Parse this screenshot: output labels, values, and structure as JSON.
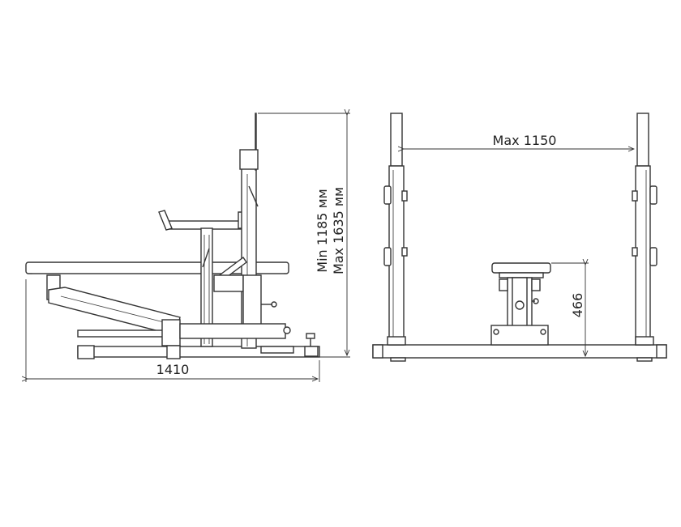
{
  "diagram": {
    "dimensions": {
      "side_length": "1410",
      "side_height_min": "Min 1185 мм",
      "side_height_max": "Max 1635 мм",
      "front_width": "Max 1150",
      "front_seat_height": "466"
    }
  }
}
